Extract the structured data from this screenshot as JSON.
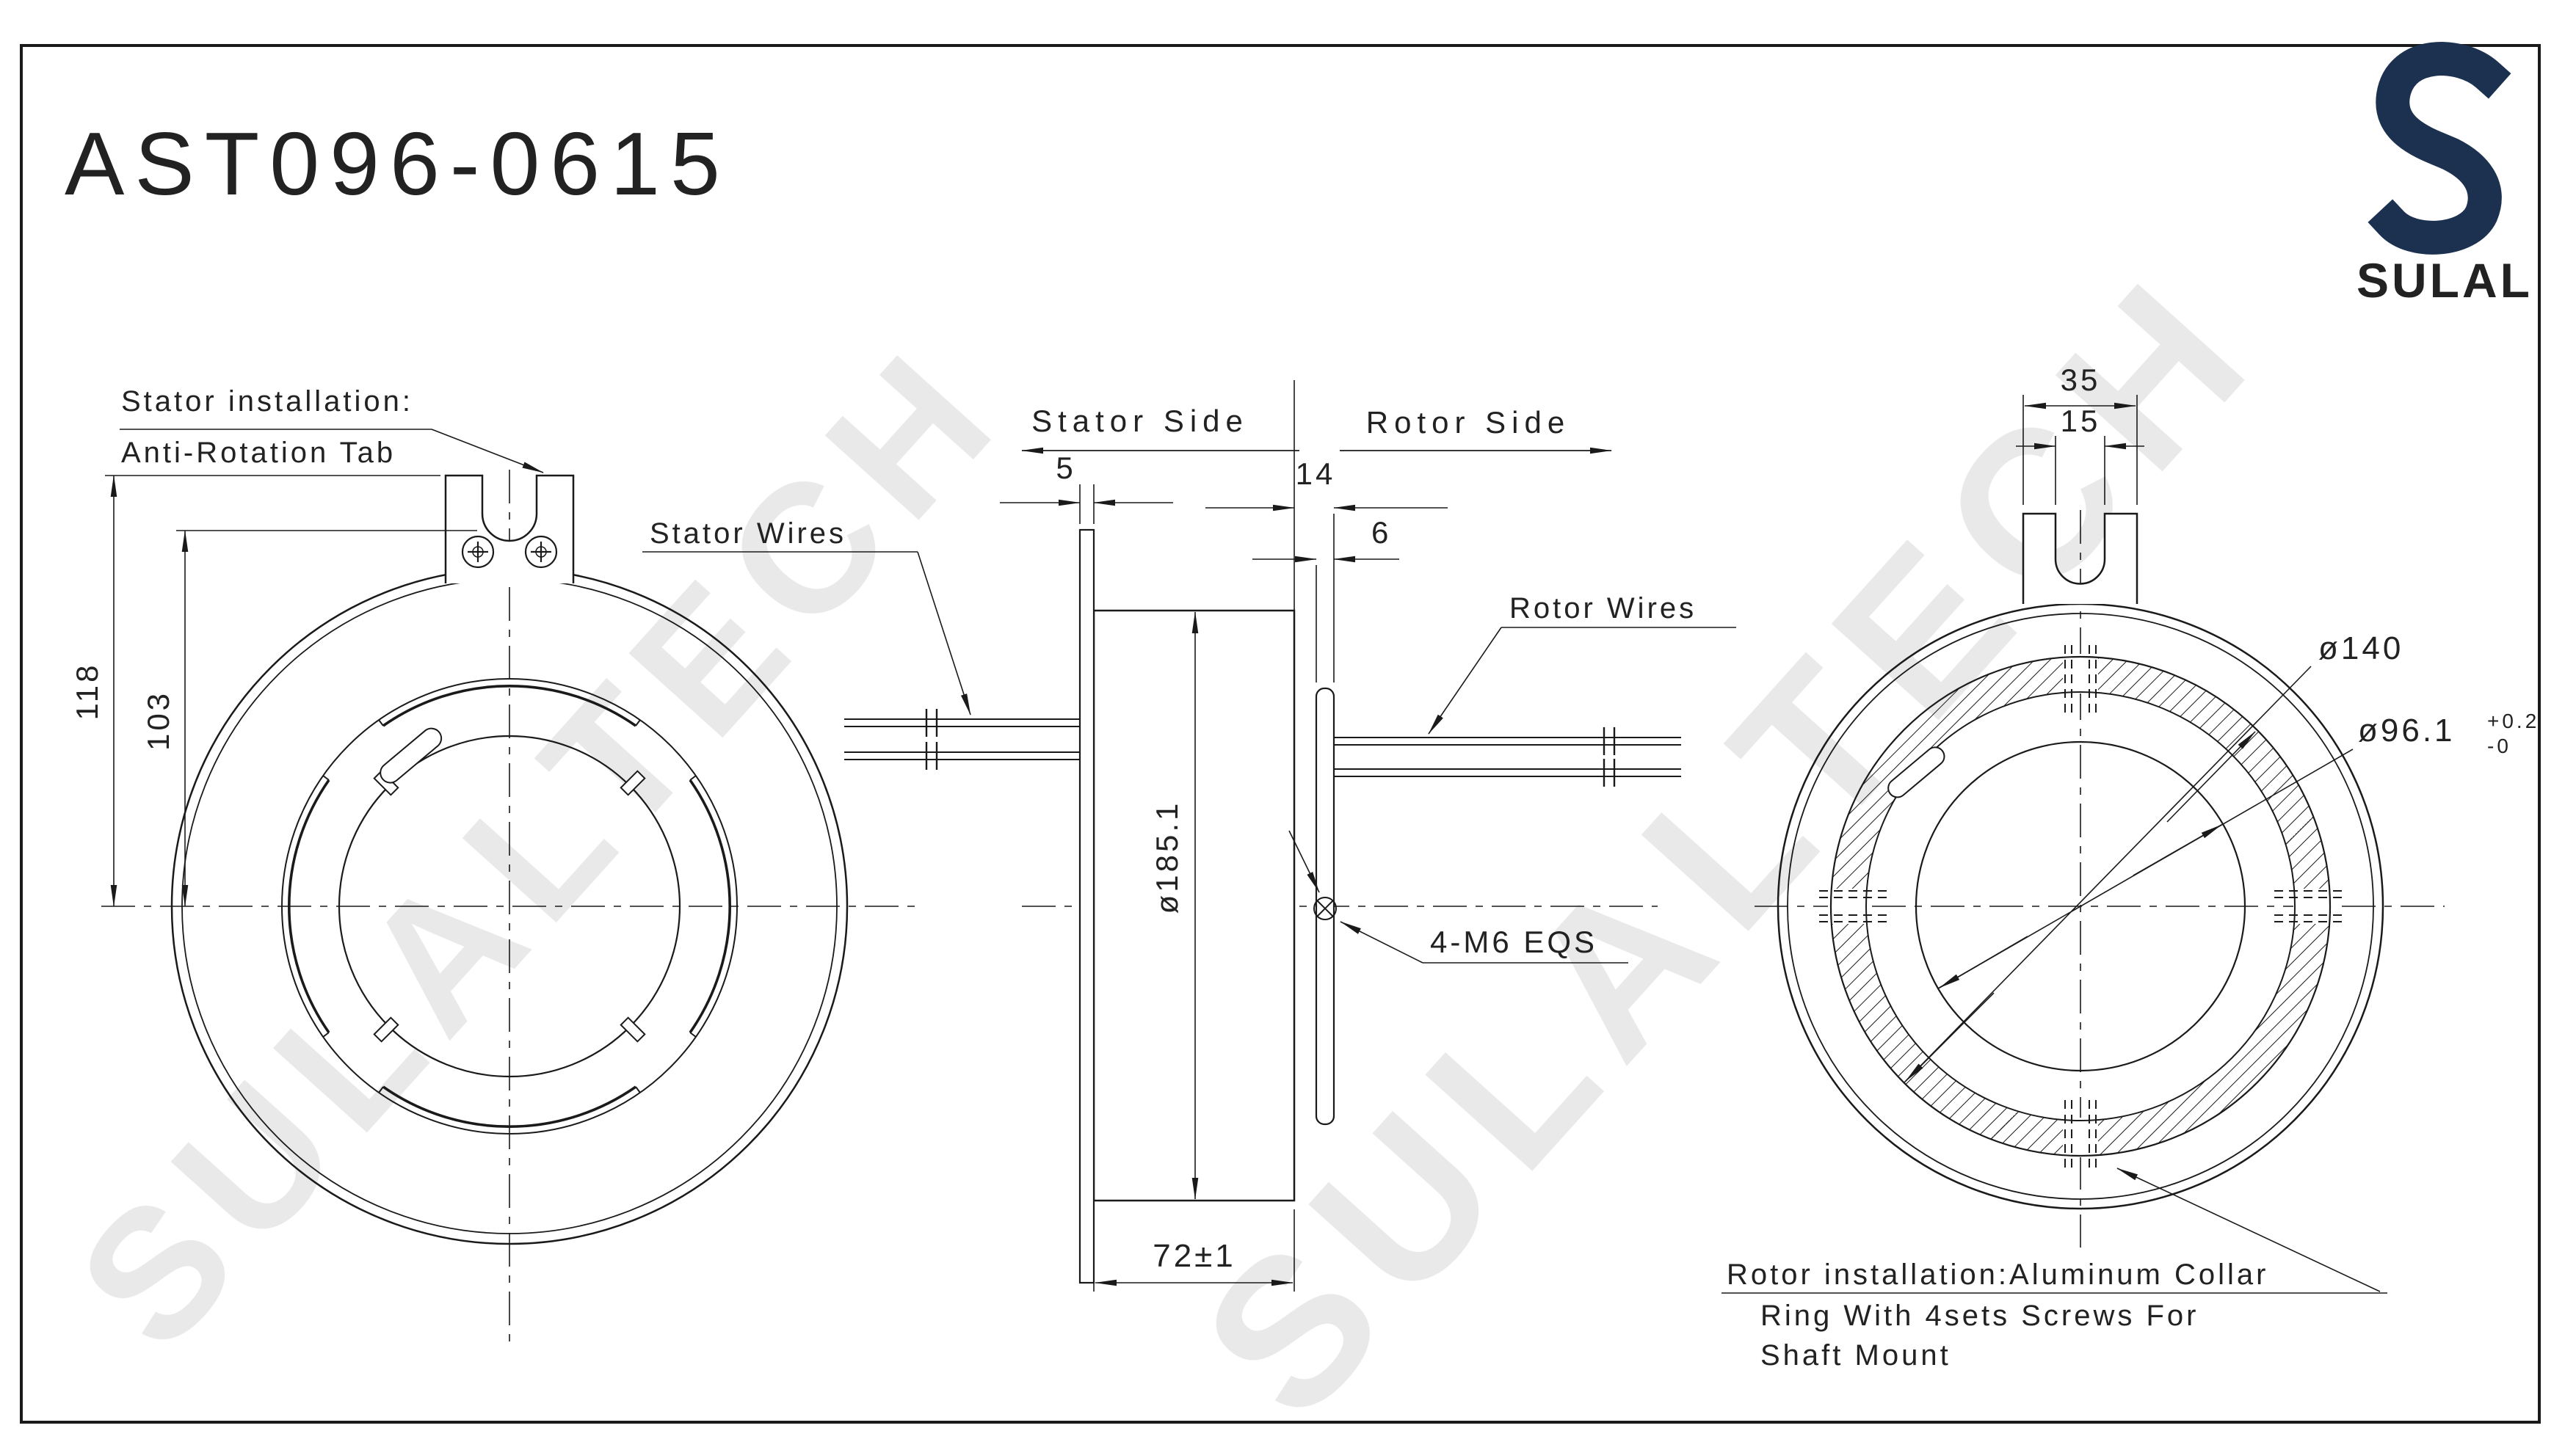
{
  "sheet": {
    "title": "AST096-0615",
    "border_color": "#1a1a1a",
    "line_color": "#1a1a1a"
  },
  "brand": {
    "name": "SULAL",
    "logo_icon": "ribbon-s-icon",
    "color": "#1c3150"
  },
  "watermark": {
    "text": "SULALTECH",
    "color": "#000000",
    "opacity": 0.1
  },
  "front_view": {
    "annotation_line1": "Stator installation:",
    "annotation_line2": "Anti-Rotation Tab",
    "dim_height_total": "118",
    "dim_height_slot": "103"
  },
  "side_view": {
    "header_stator": "Stator Side",
    "header_rotor": "Rotor Side",
    "dim_flange_thickness": "5",
    "dim_collar_offset": "14",
    "dim_collar_thickness": "6",
    "dim_body_diameter": "ø185.1",
    "dim_body_length": "72±1",
    "label_stator_wires": "Stator Wires",
    "label_rotor_wires": "Rotor Wires",
    "label_screws": "4-M6 EQS"
  },
  "rear_view": {
    "dim_tab_width": "35",
    "dim_tab_slot": "15",
    "dim_collar_diameter": "ø140",
    "dim_bore_diameter": "ø96.1",
    "dim_bore_tol_plus": "+0.2",
    "dim_bore_tol_minus": "-0",
    "note_line1": "Rotor installation:Aluminum Collar",
    "note_line2": "Ring With 4sets Screws For",
    "note_line3": "Shaft Mount"
  }
}
